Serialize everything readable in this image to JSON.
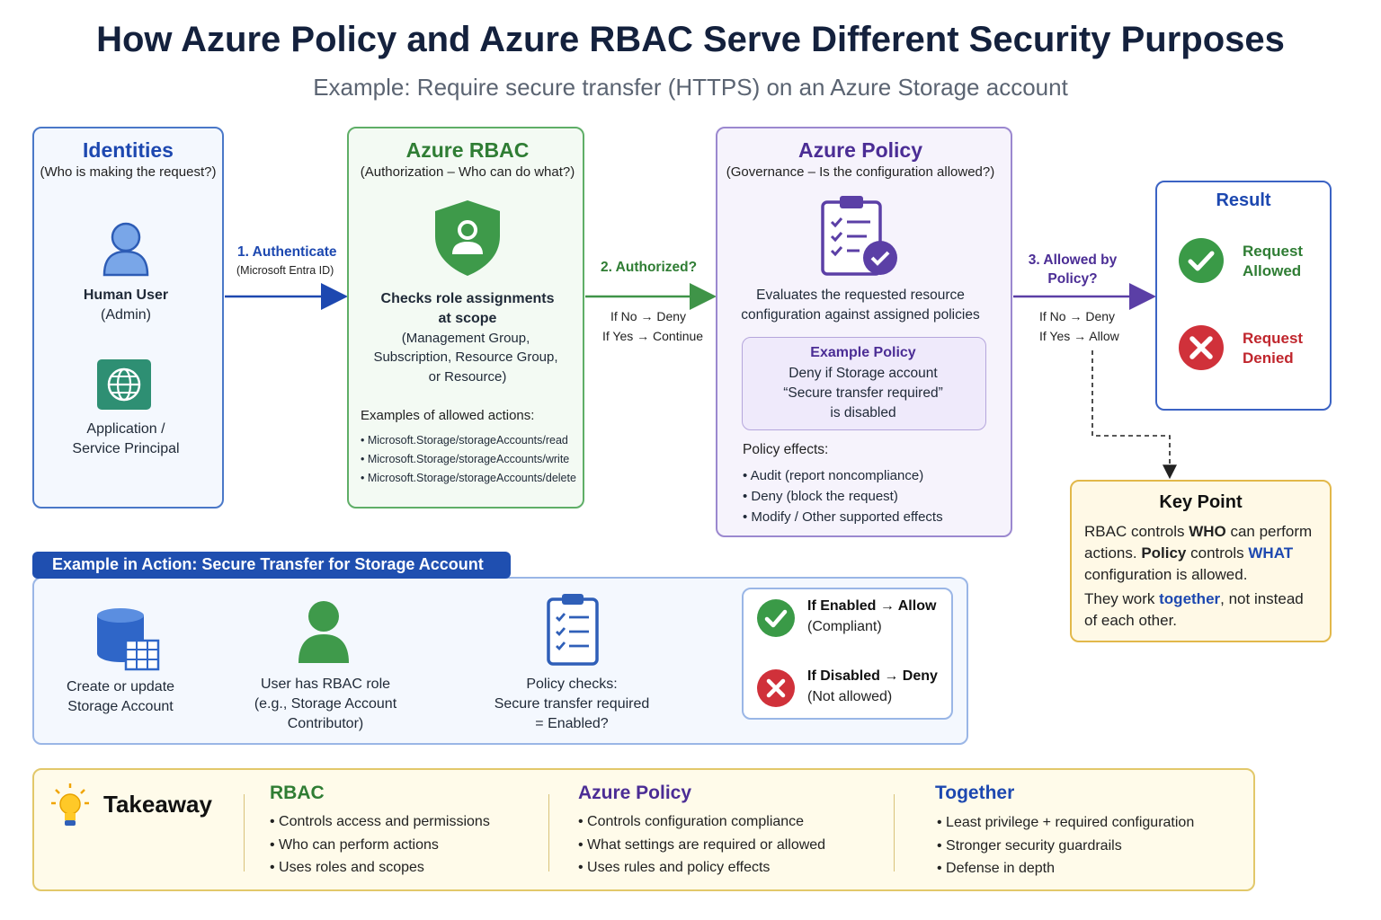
{
  "title": "How Azure Policy and Azure RBAC Serve Different Security Purposes",
  "subtitle": "Example: Require secure transfer (HTTPS) on an Azure Storage account",
  "identities": {
    "title": "Identities",
    "subtitle": "(Who is making the request?)",
    "human_name": "Human User",
    "human_role": "(Admin)",
    "app_line1": "Application /",
    "app_line2": "Service Principal"
  },
  "arrow1": {
    "label": "1. Authenticate",
    "sub": "(Microsoft Entra ID)"
  },
  "rbac": {
    "title": "Azure RBAC",
    "subtitle": "(Authorization – Who can do what?)",
    "checks_line1": "Checks role assignments",
    "checks_line2": "at scope",
    "scope_line1": "(Management Group,",
    "scope_line2": "Subscription, Resource Group,",
    "scope_line3": "or Resource)",
    "examples_heading": "Examples of allowed actions:",
    "actions": [
      "Microsoft.Storage/storageAccounts/read",
      "Microsoft.Storage/storageAccounts/write",
      "Microsoft.Storage/storageAccounts/delete"
    ]
  },
  "arrow2": {
    "label": "2. Authorized?",
    "no": "If No → Deny",
    "yes": "If Yes → Continue"
  },
  "policy": {
    "title": "Azure Policy",
    "subtitle": "(Governance – Is the configuration allowed?)",
    "eval_line1": "Evaluates the requested resource",
    "eval_line2": "configuration against assigned policies",
    "example_title": "Example Policy",
    "example_line1": "Deny if Storage account",
    "example_line2": "“Secure transfer required”",
    "example_line3": "is disabled",
    "effects_heading": "Policy effects:",
    "effects": [
      {
        "name": "Audit",
        "desc": " (report noncompliance)"
      },
      {
        "name": "Deny",
        "desc": " (block the request)"
      },
      {
        "name": "Modify",
        "desc": " / Other supported effects"
      }
    ]
  },
  "arrow3": {
    "label_line1": "3. Allowed by",
    "label_line2": "Policy?",
    "no": "If No → Deny",
    "yes": "If Yes → Allow"
  },
  "result": {
    "title": "Result",
    "allowed_line1": "Request",
    "allowed_line2": "Allowed",
    "denied_line1": "Request",
    "denied_line2": "Denied"
  },
  "key_point": {
    "title": "Key Point",
    "l1a": "RBAC controls ",
    "l1b": "WHO",
    "l1c": " can perform",
    "l2a": "actions. ",
    "l2b": "Policy",
    "l2c": " controls ",
    "l2d": "WHAT",
    "l3": "configuration is allowed.",
    "l4a": "They work ",
    "l4b": "together",
    "l4c": ", not instead",
    "l5": "of each other."
  },
  "example": {
    "banner": "Example in Action: Secure Transfer for Storage Account",
    "step1_line1": "Create or update",
    "step1_line2": "Storage Account",
    "step2_line1": "User has RBAC role",
    "step2_line2": "(e.g., Storage Account",
    "step2_line3": "Contributor)",
    "step3_line1": "Policy checks:",
    "step3_line2": "Secure transfer required",
    "step3_line3": "= Enabled?",
    "enabled_label": "If Enabled → Allow",
    "enabled_sub": "(Compliant)",
    "disabled_label": "If Disabled → Deny",
    "disabled_sub": "(Not allowed)"
  },
  "takeaway": {
    "label": "Takeaway",
    "rbac_title": "RBAC",
    "rbac_items": [
      "Controls access and permissions",
      "Who can perform actions",
      "Uses roles and scopes"
    ],
    "policy_title": "Azure Policy",
    "policy_items": [
      "Controls configuration compliance",
      "What settings are required or allowed",
      "Uses rules and policy effects"
    ],
    "together_title": "Together",
    "together_items": [
      "Least privilege + required configuration",
      "Stronger security guardrails",
      "Defense in depth"
    ]
  },
  "colors": {
    "blue": "#1d48b0",
    "green": "#2f7d34",
    "purple": "#4b2d95",
    "red": "#c0262d",
    "gold": "#e2b84a"
  }
}
